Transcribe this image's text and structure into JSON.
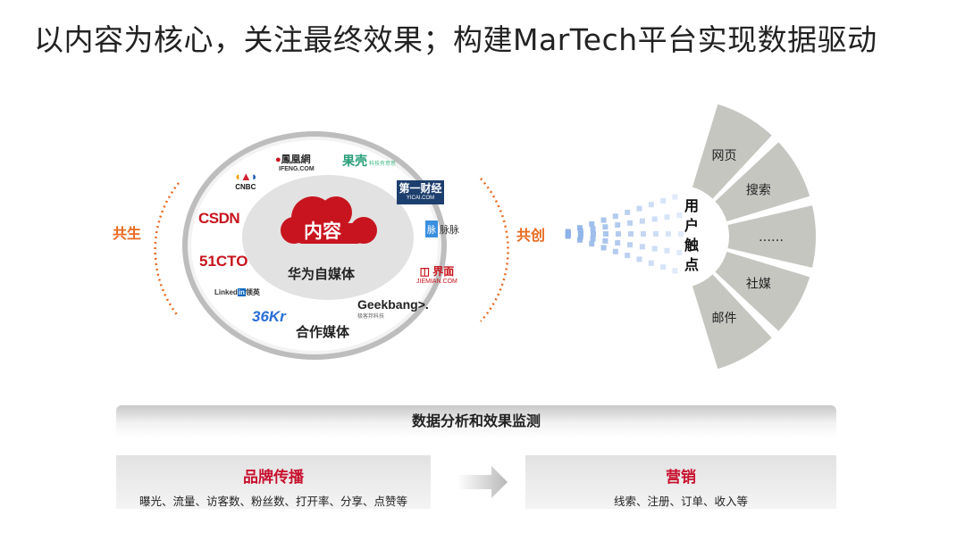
{
  "title": "以内容为核心，关注最终效果；构建MarTech平台实现数据驱动",
  "left_label": "共生",
  "right_label": "共创",
  "center": {
    "cloud_text": "内容",
    "inner_label": "华为自媒体",
    "outer_label": "合作媒体"
  },
  "logos": {
    "ifeng": "鳳凰網",
    "ifeng_sub": "IFENG.COM",
    "guokr": "果壳",
    "guokr_sub": "科技有意思",
    "cnbc": "CNBC",
    "yicai": "第一财经",
    "yicai_sub": "YICAI.COM",
    "csdn": "CSDN",
    "maimai": "脉脉",
    "maimai_icon": "脉",
    "cto51": "51CTO",
    "jiemian": "界面",
    "jiemian_sub": "JIEMIAN.COM",
    "linkedin": "Linked",
    "linkedin_in": "in",
    "linkedin_cn": "领英",
    "geekbang": "Geekbang>.",
    "geekbang_sub": "极客邦科技",
    "kr36": "36Kr"
  },
  "touchpoint_title": [
    "用",
    "户",
    "触",
    "点"
  ],
  "touchpoints": [
    "网页",
    "搜索",
    "……",
    "社媒",
    "邮件"
  ],
  "analytics_band": "数据分析和效果监测",
  "brand_box": {
    "title": "品牌传播",
    "metrics": "曝光、流量、访客数、粉丝数、打开率、分享、点赞等"
  },
  "marketing_box": {
    "title": "营销",
    "metrics": "线索、注册、订单、收入等"
  },
  "colors": {
    "accent_red": "#c8102e",
    "orange": "#e8691e",
    "sector_gray": "#c6c6c1",
    "beam_blue": "#8fb3e8"
  }
}
